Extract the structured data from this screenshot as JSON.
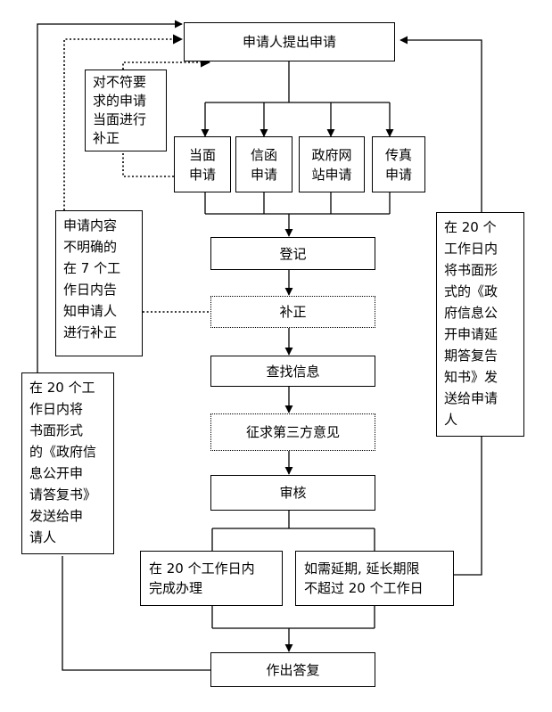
{
  "start": "申请人提出申请",
  "channels": [
    "当面\n申请",
    "信函\n申请",
    "政府网\n站申请",
    "传真\n申请"
  ],
  "steps": {
    "register": "登记",
    "correct": "补正",
    "search": "查找信息",
    "third_party": "征求第三方意见",
    "review": "审核",
    "within_20": "在 20 个工作日内\n完成办理",
    "extend": "如需延期, 延长期限\n不超过 20 个工作日",
    "reply": "作出答复"
  },
  "notes": {
    "non_compliant": "对不符要\n求的申请\n当面进行\n补正",
    "unclear": "申请内容\n不明确的\n在 7 个工\n作日内告\n知申请人\n进行补正",
    "reply_book": "在 20 个工\n作日内将\n书面形式\n的《政府信\n息公开申\n请答复书》\n发送给申\n请人",
    "extension_book": "在 20 个\n工作日内\n将书面形\n式的《政\n府信息公\n开申请延\n期答复告\n知书》发\n送给申请\n人"
  }
}
